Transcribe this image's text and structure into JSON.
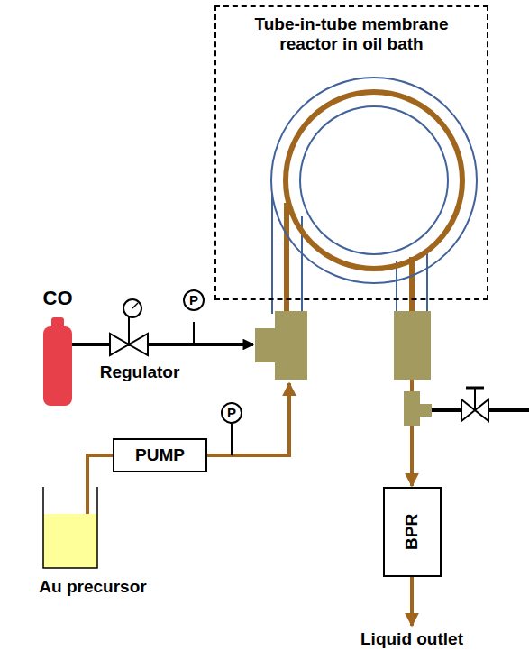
{
  "diagram": {
    "nodes": [
      {
        "text": [
          "Tube-in-tube membrane reactor in oil bath"
        ]
      },
      {
        "text": [
          "PUMP"
        ]
      },
      {
        "text": [
          "BPR"
        ]
      },
      {
        "text": [
          "P"
        ]
      },
      {
        "text": [
          "P"
        ]
      }
    ],
    "edges": [
      {
        "from": 0,
        "to": 2,
        "arrow": "to"
      }
    ],
    "labels": [
      "CO",
      "Regulator",
      "Au precursor",
      "Liquid outlet"
    ]
  }
}
